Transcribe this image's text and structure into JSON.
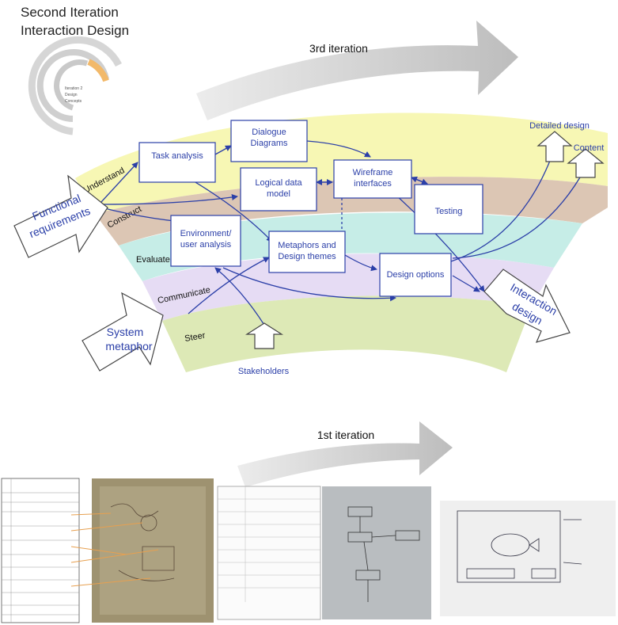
{
  "title": {
    "line1": "Second Iteration",
    "line2": "Interaction Design"
  },
  "spiral_icon": {
    "label_lines": [
      "Iteration 2",
      "Design",
      "Concepts"
    ]
  },
  "iterations": {
    "top": "3rd iteration",
    "bottom": "1st iteration"
  },
  "bands": {
    "understand": "Understand",
    "construct": "Construct",
    "evaluate": "Evaluate",
    "communicate": "Communicate",
    "steer": "Steer"
  },
  "boxes": {
    "task_analysis": [
      "Task analysis"
    ],
    "dialogue": [
      "Dialogue",
      "Diagrams"
    ],
    "logical": [
      "Logical data",
      "model"
    ],
    "wireframe": [
      "Wireframe",
      "interfaces"
    ],
    "testing": [
      "Testing"
    ],
    "environment": [
      "Environment/",
      "user analysis"
    ],
    "metaphors": [
      "Metaphors and",
      "Design themes"
    ],
    "design_options": [
      "Design options"
    ]
  },
  "arrows": {
    "functional": [
      "Functional",
      "requirements"
    ],
    "system": [
      "System",
      "metaphor"
    ],
    "interaction": [
      "Interaction",
      "design"
    ],
    "stakeholders": "Stakeholders",
    "detailed": "Detailed design",
    "content": "Content"
  },
  "colors": {
    "understand": "#f7f7b4",
    "construct": "#dcc6b4",
    "evaluate": "#c6ede7",
    "communicate": "#e6dcf4",
    "steer": "#dde9b6",
    "link": "#2b3fa8",
    "iteration_arrow": "#cccccc"
  }
}
